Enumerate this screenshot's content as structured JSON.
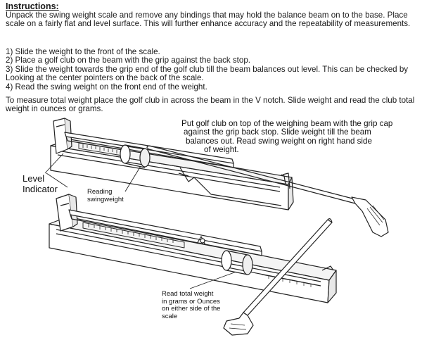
{
  "instructions": {
    "title": "Instructions:",
    "intro": "Unpack the swing weight scale and remove any bindings that may hold the balance beam on to the base. Place scale on a fairly flat and level surface. This will further enhance accuracy and the repeatability of measurements.",
    "steps": [
      "1) Slide the weight to the front of the scale.",
      "2) Place a golf club on the beam with the grip against the back stop.",
      "3) Slide the weight towards the grip end of the golf club till the beam balances out level. This can be checked by",
      "Looking at the center pointers on the back of the scale.",
      "4) Read the swing weight on the front end of the weight."
    ],
    "total_weight": "To measure total weight place the golf club in across the beam in the V notch. Slide weight and read the club total weight in ounces or grams."
  },
  "callouts": {
    "swing_note": [
      "Put golf club on top of the weighing beam with the grip cap",
      "against the grip back stop. Slide weight till the beam",
      "balances out. Read swing weight on right hand side",
      "of weight."
    ],
    "level_indicator": [
      "Level",
      "Indicator"
    ],
    "reading_swingweight": [
      "Reading",
      "swingweight"
    ],
    "read_total": [
      "Read total weight",
      "in grams or Ounces",
      "on either side of the",
      "scale"
    ]
  },
  "colors": {
    "line": "#222222",
    "text": "#1a1a1a",
    "fill": "#ffffff",
    "shade": "#e8e8e8"
  }
}
